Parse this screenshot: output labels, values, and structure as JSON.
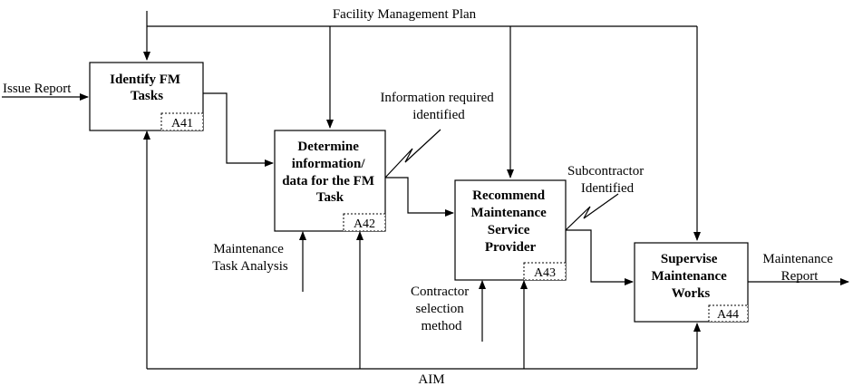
{
  "top_control": "Facility Management Plan",
  "bottom_mechanism": "AIM",
  "activities": [
    {
      "id": "a41",
      "title_lines": [
        "Identify FM",
        "Tasks"
      ],
      "code": "A41"
    },
    {
      "id": "a42",
      "title_lines": [
        "Determine",
        "information/",
        "data for the FM",
        "Task"
      ],
      "code": "A42"
    },
    {
      "id": "a43",
      "title_lines": [
        "Recommend",
        "Maintenance",
        "Service",
        "Provider"
      ],
      "code": "A43"
    },
    {
      "id": "a44",
      "title_lines": [
        "Supervise",
        "Maintenance",
        "Works"
      ],
      "code": "A44"
    }
  ],
  "inputs": {
    "issue_report": "Issue Report"
  },
  "outputs": {
    "info_required": [
      "Information required",
      "identified"
    ],
    "subcontractor": [
      "Subcontractor",
      "Identified"
    ],
    "maintenance_report": [
      "Maintenance",
      "Report"
    ]
  },
  "controls": {
    "task_analysis": [
      "Maintenance",
      "Task Analysis"
    ],
    "contractor_method": [
      "Contractor",
      "selection",
      "method"
    ]
  }
}
